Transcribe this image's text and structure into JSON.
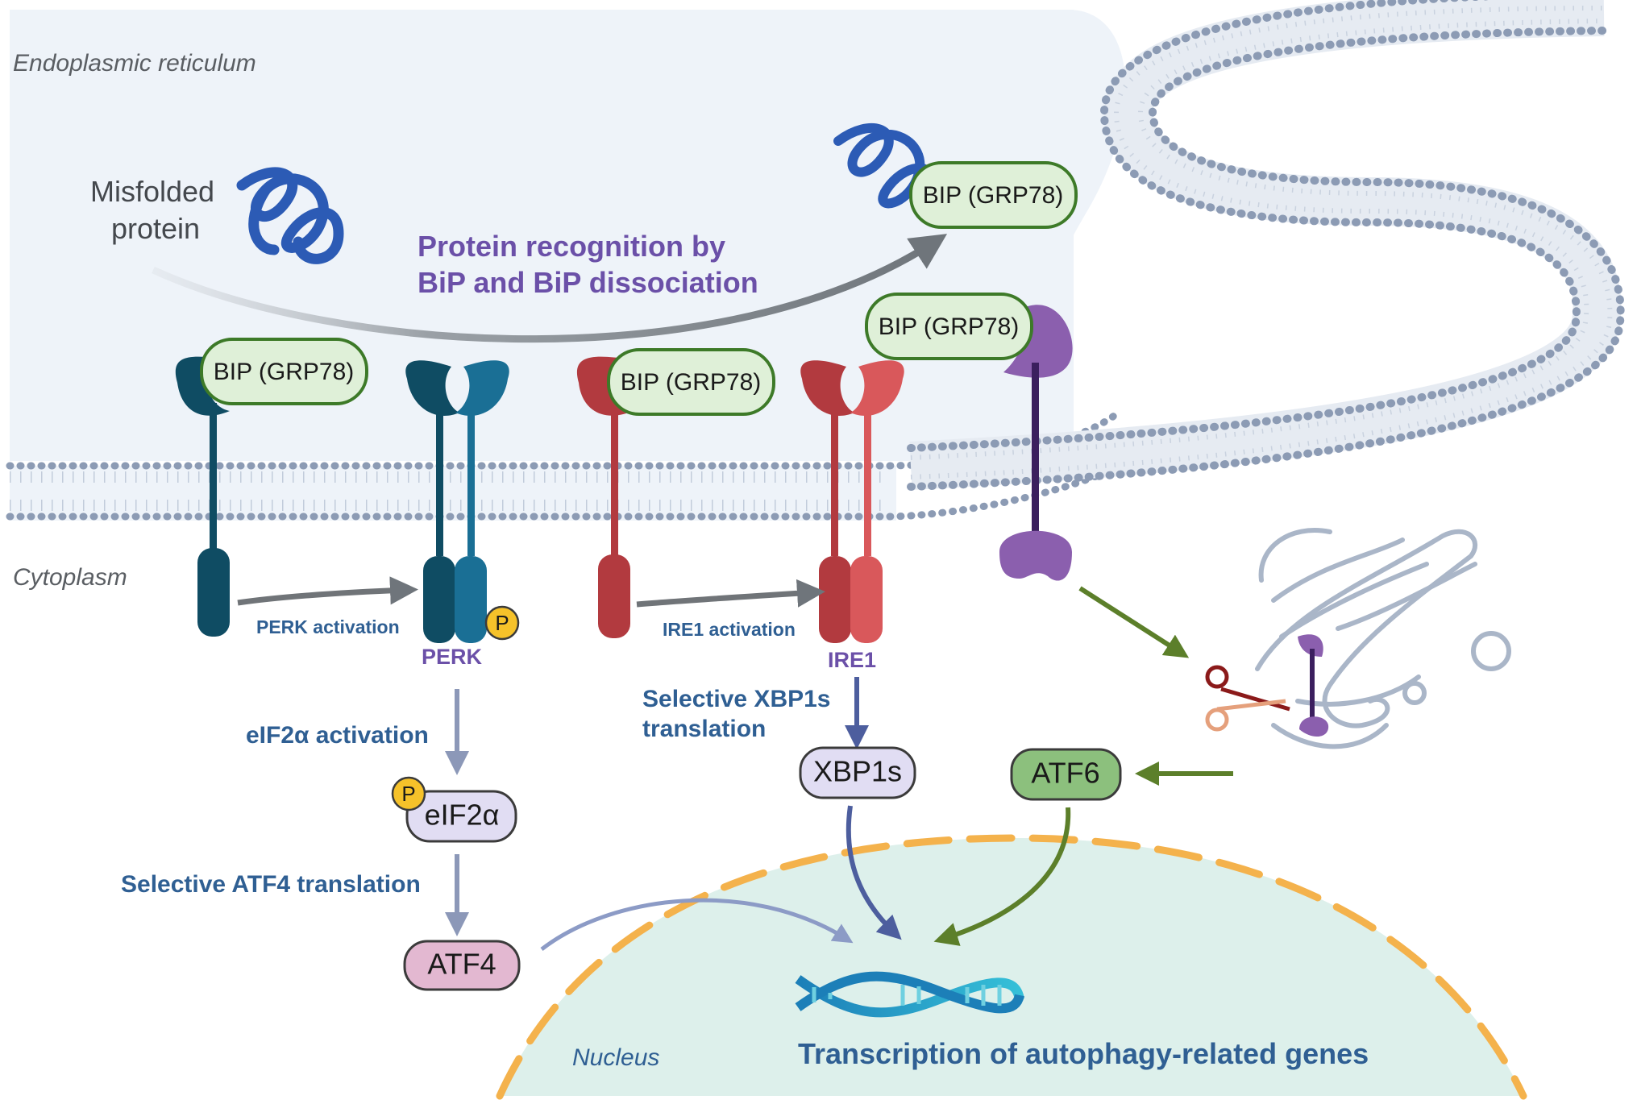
{
  "compartments": {
    "er": "Endoplasmic reticulum",
    "cytoplasm": "Cytoplasm",
    "nucleus": "Nucleus"
  },
  "misfolded": {
    "line1": "Misfolded",
    "line2": "protein"
  },
  "recognition": {
    "line1": "Protein recognition by",
    "line2": "BiP and BiP dissociation"
  },
  "bip_label": "BIP (GRP78)",
  "perk": {
    "activation": "PERK activation",
    "name": "PERK",
    "eif2a_activation": "eIF2α activation",
    "eif2a": "eIF2α",
    "atf4_translation": "Selective ATF4 translation",
    "atf4": "ATF4"
  },
  "ire1": {
    "activation": "IRE1 activation",
    "name": "IRE1",
    "xbp1s_translation_line1": "Selective XBP1s",
    "xbp1s_translation_line2": "translation",
    "xbp1s": "XBP1s"
  },
  "atf6": {
    "name": "ATF6"
  },
  "phospho": "P",
  "transcription": "Transcription of autophagy-related genes",
  "colors": {
    "perk_dark": "#0f4c63",
    "perk_light": "#1a6f95",
    "ire1_dark": "#b23a3f",
    "ire1_light": "#d9585b",
    "atf6": "#8b5fae",
    "bip_fill": "#dff0d8",
    "bip_stroke": "#3d7a28",
    "label_blue": "#2f5f93",
    "label_purple": "#6b50a8",
    "nucleus_dash": "#f4b24c"
  }
}
